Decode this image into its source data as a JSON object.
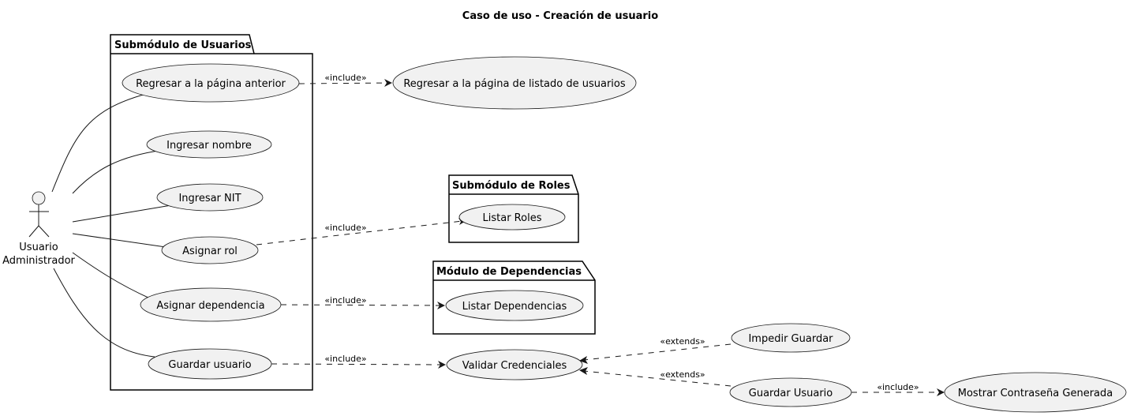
{
  "title": "Caso de uso - Creación de usuario",
  "actor": {
    "line1": "Usuario",
    "line2": "Administrador"
  },
  "packages": {
    "usuarios": "Submódulo de Usuarios",
    "roles": "Submódulo de Roles",
    "dependencias": "Módulo de Dependencias"
  },
  "use_cases": {
    "regresar": "Regresar a la página anterior",
    "ingresar_nombre": "Ingresar nombre",
    "ingresar_nit": "Ingresar NIT",
    "asignar_rol": "Asignar rol",
    "asignar_dependencia": "Asignar dependencia",
    "guardar_usuario": "Guardar usuario",
    "regresar_listado": "Regresar a la página de listado de usuarios",
    "listar_roles": "Listar Roles",
    "listar_dependencias": "Listar Dependencias",
    "validar_credenciales": "Validar Credenciales",
    "impedir_guardar": "Impedir Guardar",
    "guardar_usuario_2": "Guardar Usuario",
    "mostrar_contrasena": "Mostrar Contraseña Generada"
  },
  "relations": {
    "include_regresar": "«include»",
    "include_rol": "«include»",
    "include_dependencia": "«include»",
    "include_guardar": "«include»",
    "extends_impedir": "«extends»",
    "extends_guardar": "«extends»",
    "include_mostrar": "«include»"
  }
}
